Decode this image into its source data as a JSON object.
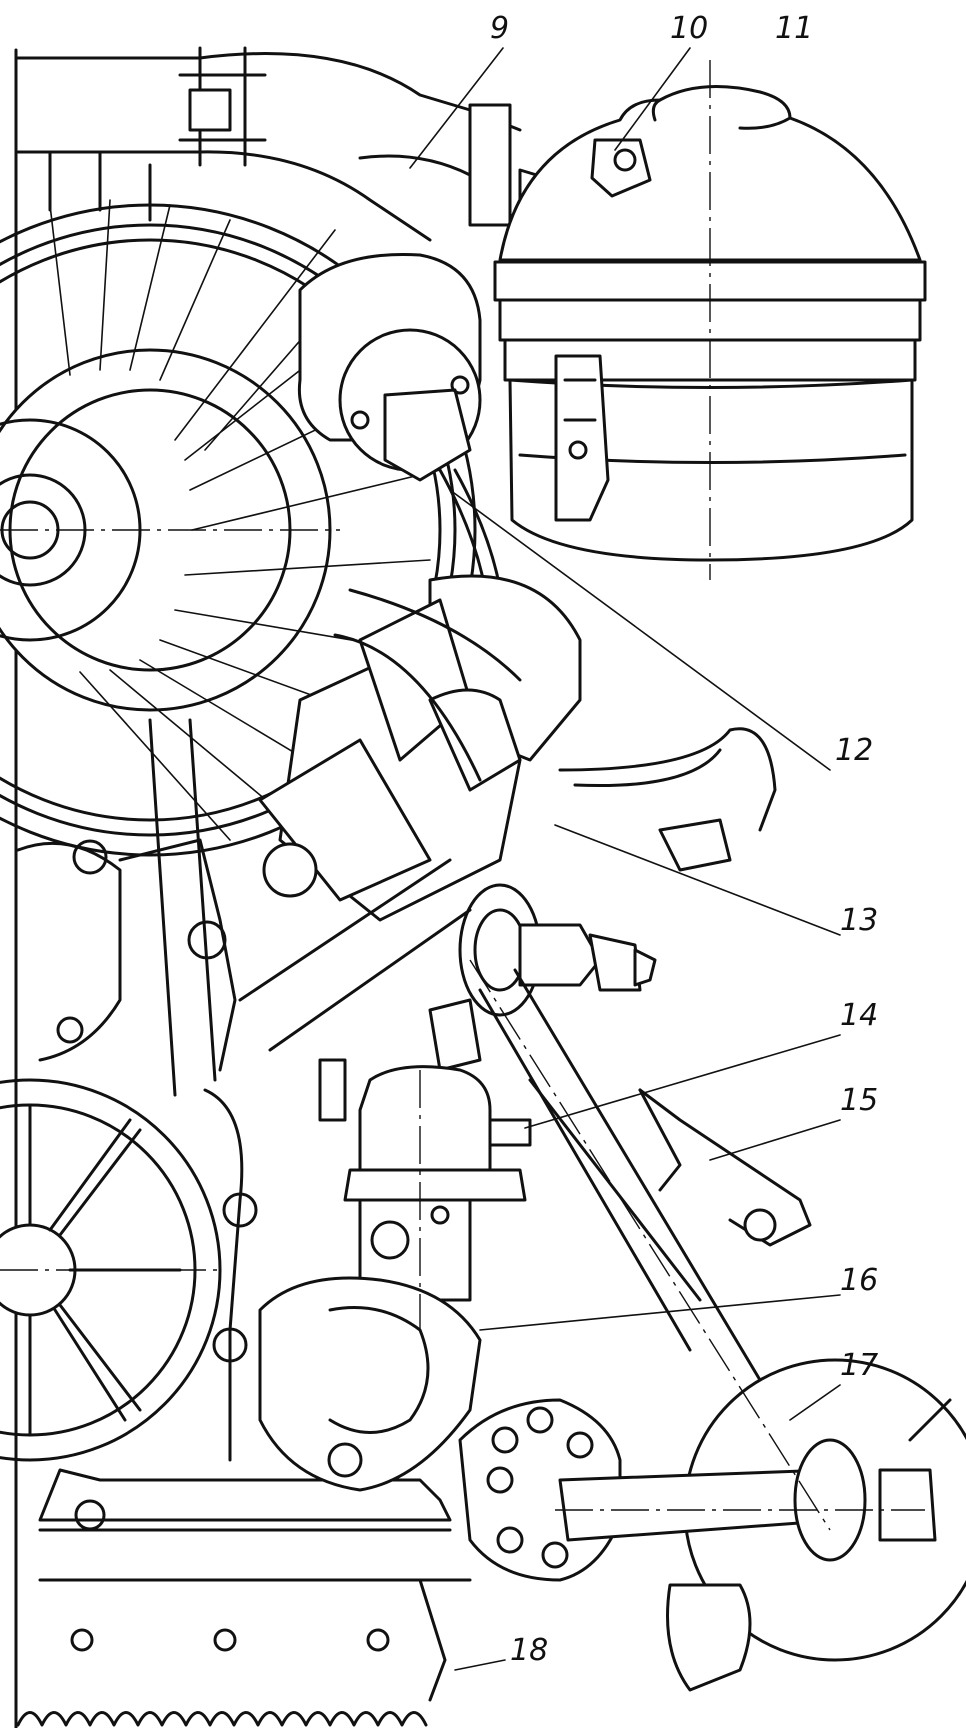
{
  "callouts": [
    {
      "id": "9",
      "label": "9"
    },
    {
      "id": "10",
      "label": "10"
    },
    {
      "id": "11",
      "label": "11"
    },
    {
      "id": "12",
      "label": "12"
    },
    {
      "id": "13",
      "label": "13"
    },
    {
      "id": "14",
      "label": "14"
    },
    {
      "id": "15",
      "label": "15"
    },
    {
      "id": "16",
      "label": "16"
    },
    {
      "id": "17",
      "label": "17"
    },
    {
      "id": "18",
      "label": "18"
    }
  ],
  "colors": {
    "ink": "#111111",
    "paper": "#ffffff"
  }
}
